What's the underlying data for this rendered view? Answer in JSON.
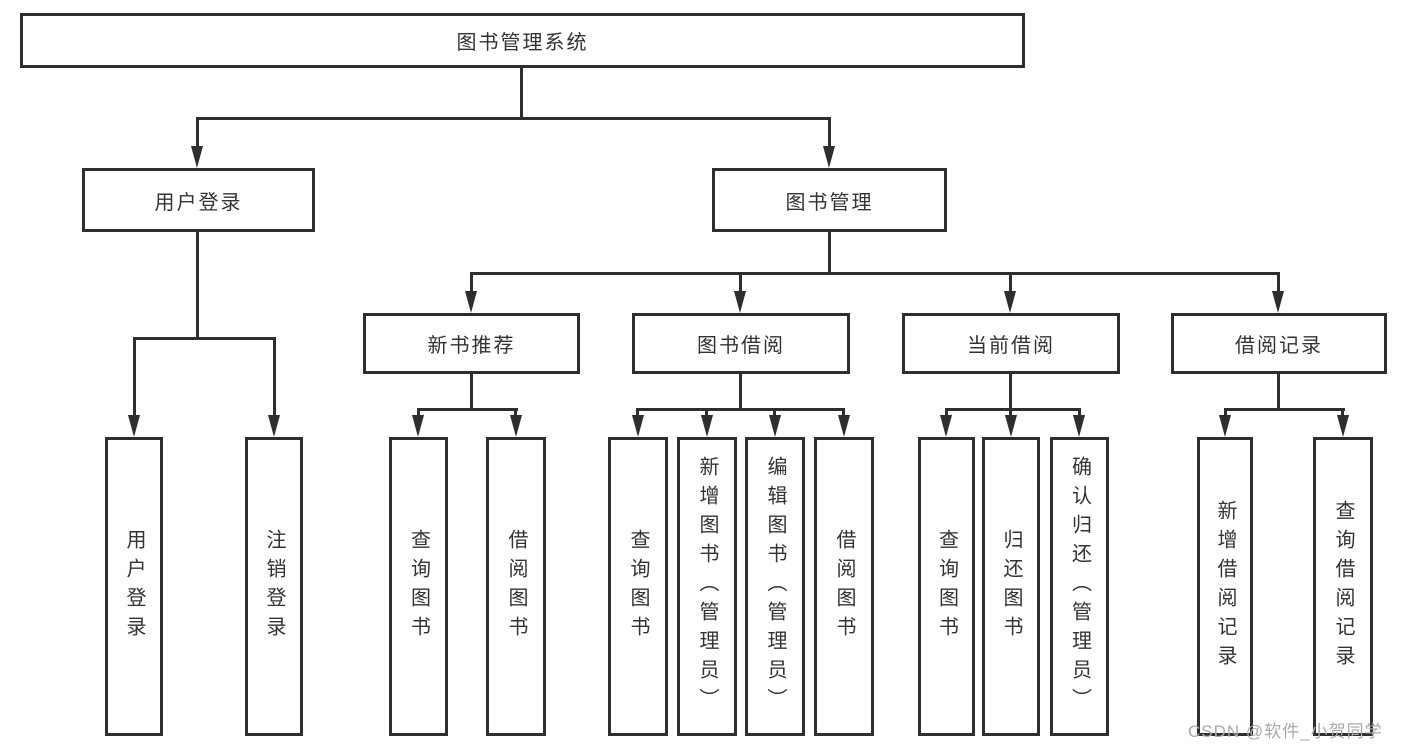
{
  "tree": {
    "label": "图书管理系统",
    "children": [
      {
        "label": "用户登录",
        "children": [
          {
            "label": "用户登录"
          },
          {
            "label": "注销登录"
          }
        ]
      },
      {
        "label": "图书管理",
        "children": [
          {
            "label": "新书推荐",
            "children": [
              {
                "label": "查询图书"
              },
              {
                "label": "借阅图书"
              }
            ]
          },
          {
            "label": "图书借阅",
            "children": [
              {
                "label": "查询图书"
              },
              {
                "label": "新增图书（管理员）"
              },
              {
                "label": "编辑图书（管理员）"
              },
              {
                "label": "借阅图书"
              }
            ]
          },
          {
            "label": "当前借阅",
            "children": [
              {
                "label": "查询图书"
              },
              {
                "label": "归还图书"
              },
              {
                "label": "确认归还（管理员）"
              }
            ]
          },
          {
            "label": "借阅记录",
            "children": [
              {
                "label": "新增借阅记录"
              },
              {
                "label": "查询借阅记录"
              }
            ]
          }
        ]
      }
    ]
  },
  "watermark": {
    "text": "CSDN @软件_小贺同学"
  },
  "colors": {
    "line": "#2e2e2e",
    "box_border": "#2e2e2e",
    "text": "#333333",
    "watermark": "#a9a9a9",
    "background": "#ffffff"
  }
}
